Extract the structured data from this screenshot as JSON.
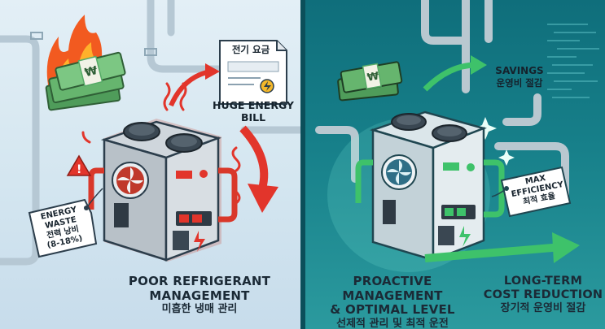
{
  "left_panel": {
    "caption_en_1": "POOR REFRIGERANT",
    "caption_en_2": "MANAGEMENT",
    "caption_ko": "미흡한 냉매 관리",
    "bill_title": "전기 요금",
    "bill_label": "HUGE ENERGY BILL",
    "tag_en": "ENERGY WASTE",
    "tag_ko": "전력 낭비",
    "tag_range": "(8-18%)",
    "money_symbol": "₩",
    "warning_symbol": "!"
  },
  "right_panel": {
    "caption_en_1": "PROACTIVE MANAGEMENT",
    "caption_en_2": "& OPTIMAL LEVEL",
    "caption_ko": "선제적 관리 및 최적 운전",
    "caption2_en_1": "LONG-TERM",
    "caption2_en_2": "COST REDUCTION",
    "caption2_ko": "장기적 운영비 절감",
    "savings_en": "SAVINGS",
    "savings_ko": "운영비 절감",
    "tag_en": "MAX EFFICIENCY",
    "tag_ko": "최적 효율",
    "money_symbol": "₩"
  },
  "colors": {
    "hot_red": "#e2352b",
    "flame_orange": "#f7931e",
    "efficient_green": "#3ec26a",
    "teal_bg": "#17808a",
    "light_bg": "#dbeaf3"
  }
}
